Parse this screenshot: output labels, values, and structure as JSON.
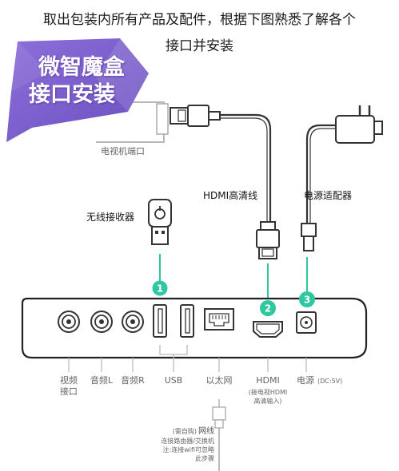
{
  "title": {
    "line1": "取出包装内所有产品及配件，根据下图熟悉了解各个",
    "line2": "接口并安装"
  },
  "badge": {
    "line1": "微智魔盒",
    "line2": "接口安装",
    "color": "#7b5fc9"
  },
  "accent_color": "#2fc7a0",
  "labels": {
    "tv_port": "电视机端口",
    "hdmi_cable": "HDMI高清线",
    "power_adapter": "电源适配器",
    "receiver": "无线接收器"
  },
  "steps": [
    "1",
    "2",
    "3"
  ],
  "ports": {
    "av": "视频\n接口",
    "audio_l": "音频L",
    "audio_r": "音频R",
    "usb": "USB",
    "ethernet": "以太网",
    "hdmi": "HDMI",
    "hdmi_note": "(接电视HDMI\n高清输入)",
    "power": "电源",
    "power_note": "(DC:5V)"
  },
  "network": {
    "prefix": "(需自购)",
    "title": "网线",
    "line1": "连接路由器/交换机",
    "line2": "注:连接wifi可忽略",
    "line3": "此步骤"
  }
}
